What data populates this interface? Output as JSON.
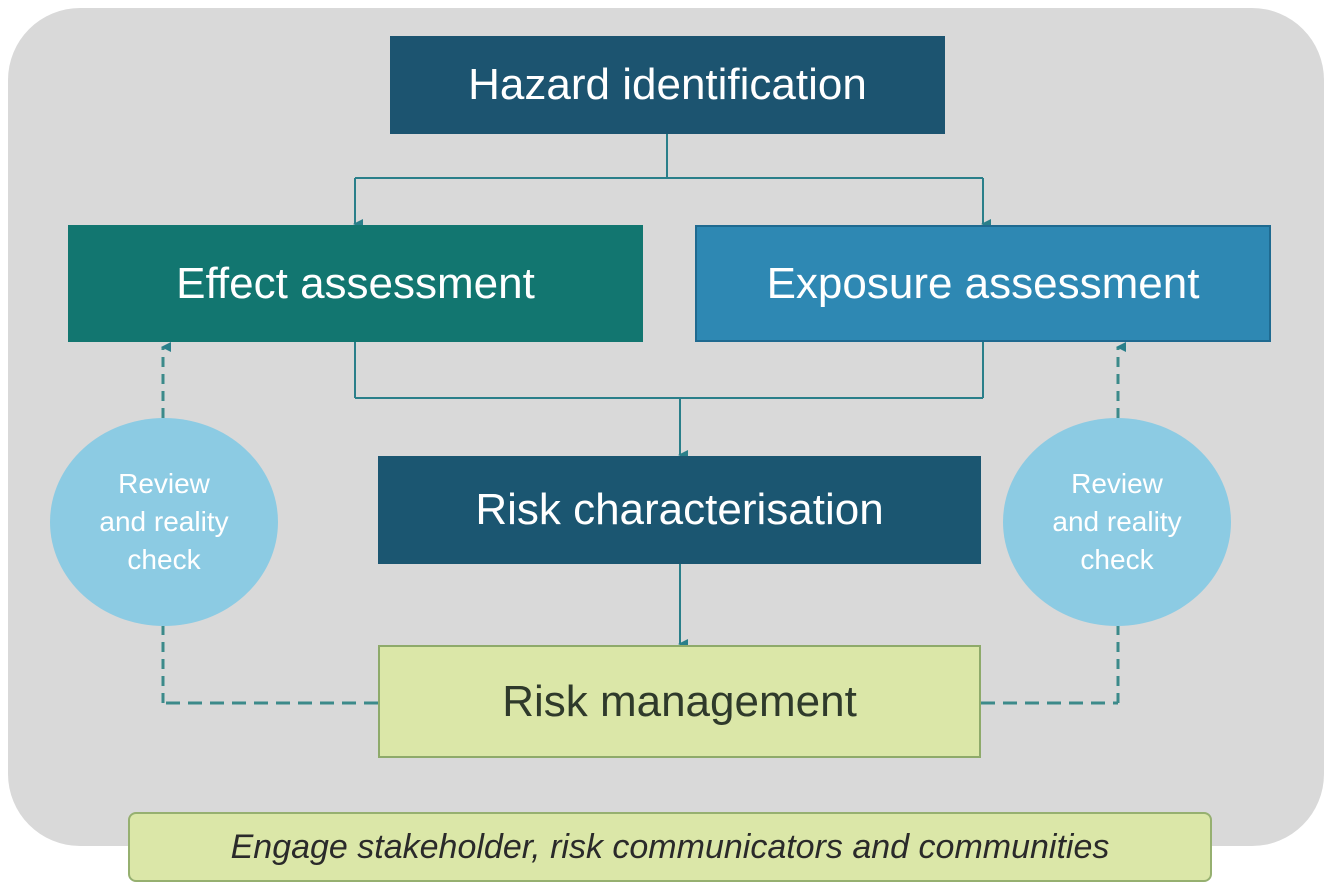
{
  "nodes": {
    "hazard": "Hazard identification",
    "effect": "Effect assessment",
    "exposure": "Exposure assessment",
    "risk_characterisation": "Risk characterisation",
    "risk_management": "Risk management"
  },
  "review_circles": {
    "left": "Review and reality check",
    "right": "Review and reality check"
  },
  "engage_banner": "Engage stakeholder, risk communicators and communities",
  "colors": {
    "panel": "#d9d9d9",
    "hazard": "#1c5470",
    "effect": "#127670",
    "exposure": "#2e88b3",
    "risk_characterisation": "#1b5671",
    "risk_management": "#dbe7a8",
    "review": "#8ccbe3",
    "connector": "#2a7f8a"
  }
}
